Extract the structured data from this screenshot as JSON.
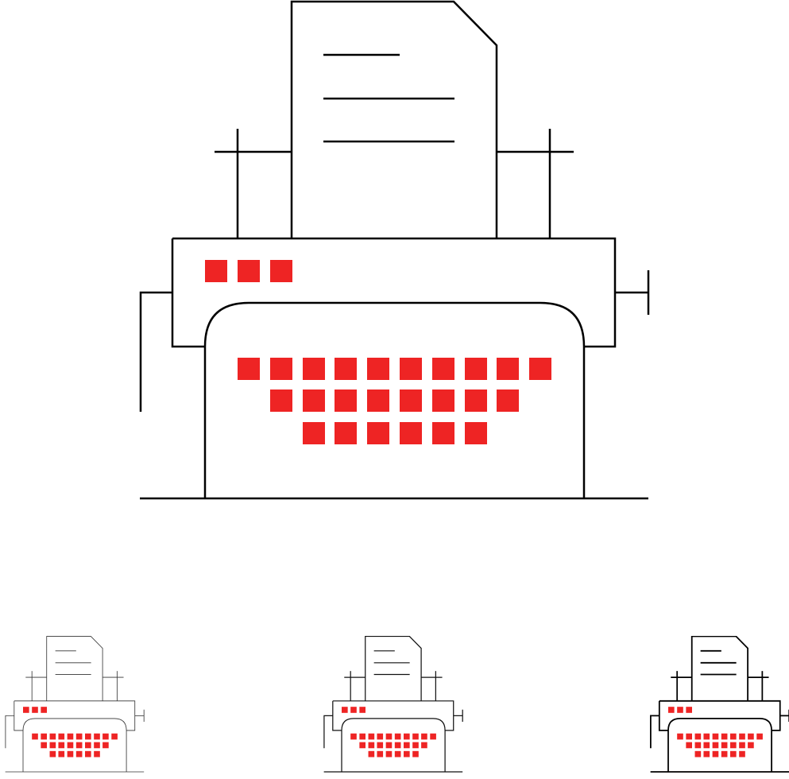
{
  "icons": [
    {
      "name": "typewriter-icon-outline",
      "stroke": "#000000",
      "accent": "#ee2424",
      "weight": "regular"
    },
    {
      "name": "typewriter-icon-bold-1",
      "stroke": "#222222",
      "accent": "#ee2424",
      "weight": "light"
    },
    {
      "name": "typewriter-icon-bold-2",
      "stroke": "#111111",
      "accent": "#ee2424",
      "weight": "regular"
    },
    {
      "name": "typewriter-icon-bold-3",
      "stroke": "#000000",
      "accent": "#ee2424",
      "weight": "bold"
    }
  ],
  "keyboard": {
    "indicator_keys": 3,
    "key_rows": [
      10,
      8,
      6
    ]
  }
}
